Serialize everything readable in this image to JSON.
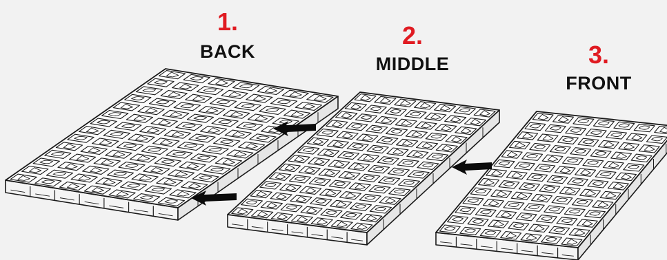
{
  "colors": {
    "step_number": "#e01b22",
    "label": "#111111",
    "outline": "#1a1a1a",
    "background": "#f2f2f2",
    "tile_top": "#fbfbfb",
    "tile_side": "#f4f4f4"
  },
  "steps": [
    {
      "number": "1.",
      "label": "BACK"
    },
    {
      "number": "2.",
      "label": "MIDDLE"
    },
    {
      "number": "3.",
      "label": "FRONT"
    }
  ],
  "icons": [
    "arrow-left-icon",
    "arrow-left-icon",
    "arrow-left-icon"
  ]
}
